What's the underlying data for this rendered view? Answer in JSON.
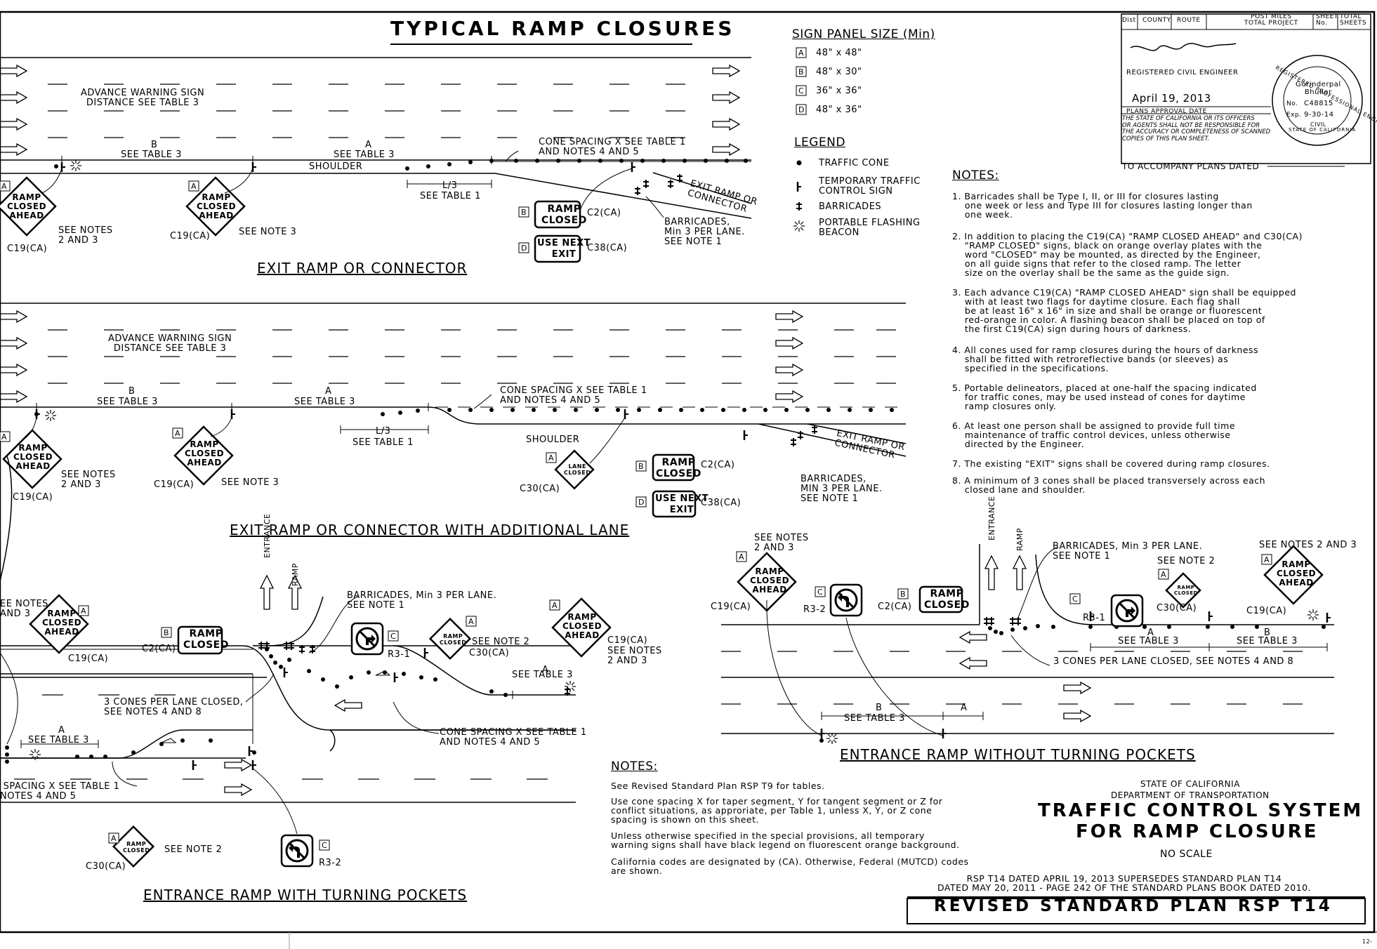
{
  "main_title": "TYPICAL RAMP CLOSURES",
  "sign_panel": {
    "title": "SIGN PANEL SIZE (Min)",
    "rows": [
      {
        "code": "A",
        "size": "48\" x 48\""
      },
      {
        "code": "B",
        "size": "48\" x 30\""
      },
      {
        "code": "C",
        "size": "36\" x 36\""
      },
      {
        "code": "D",
        "size": "48\" x 36\""
      }
    ]
  },
  "legend": {
    "title": "LEGEND",
    "items": [
      {
        "icon": "traffic-cone",
        "label": "TRAFFIC CONE"
      },
      {
        "icon": "temporary-sign",
        "label": "TEMPORARY TRAFFIC\nCONTROL SIGN"
      },
      {
        "icon": "barricade",
        "label": "BARRICADES"
      },
      {
        "icon": "flashing-beacon",
        "label": "PORTABLE FLASHING\nBEACON"
      }
    ]
  },
  "title_block": {
    "headers": [
      "Dist",
      "COUNTY",
      "ROUTE",
      "POST MILES\nTOTAL PROJECT",
      "SHEET\nNo.",
      "TOTAL\nSHEETS"
    ],
    "engineer_label": "REGISTERED CIVIL ENGINEER",
    "date": "April 19, 2013",
    "approval_label": "PLANS APPROVAL DATE",
    "disclaimer": "THE STATE OF CALIFORNIA OR ITS OFFICERS\nOR AGENTS SHALL NOT BE RESPONSIBLE FOR\nTHE ACCURACY OR COMPLETENESS OF SCANNED\nCOPIES OF THIS PLAN SHEET.",
    "seal": {
      "ring_top": "REGISTERED PROFESSIONAL ENGINEER",
      "ring_bottom": "STATE OF CALIFORNIA",
      "name": "Gurinderpal\nBhullar",
      "number": "C48815",
      "expiry": "9-30-14",
      "type": "CIVIL",
      "no_prefix": "No.",
      "exp_prefix": "Exp."
    },
    "accompany": "TO ACCOMPANY PLANS DATED"
  },
  "notes": {
    "title": "NOTES:",
    "items": [
      "1. Barricades shall be Type I, II, or III for closures lasting\n    one week or less and Type III for closures lasting longer than\n    one week.",
      "2. In addition to placing the C19(CA) \"RAMP CLOSED AHEAD\" and C30(CA)\n    \"RAMP CLOSED\" signs, black on orange overlay plates with the\n    word \"CLOSED\" may be mounted, as directed by the Engineer,\n    on all guide signs that refer to the closed ramp. The letter\n    size on the overlay shall be the same as the guide sign.",
      "3. Each advance C19(CA) \"RAMP CLOSED AHEAD\" sign shall be equipped\n    with at least two flags for daytime closure. Each flag shall\n    be at least 16\" x 16\" in size and shall be orange or fluorescent\n    red-orange in color. A flashing beacon shall be placed on top of\n    the first C19(CA) sign during hours of darkness.",
      "4. All cones used for ramp closures during the hours of darkness\n    shall be fitted with retroreflective bands (or sleeves) as\n    specified in the specifications.",
      "5. Portable delineators, placed at one-half the spacing indicated\n    for traffic cones, may be used instead of cones for daytime\n    ramp closures only.",
      "6. At least one person shall be assigned to provide full time\n    maintenance of traffic control devices, unless otherwise\n    directed by the Engineer.",
      "7. The existing \"EXIT\" signs shall be covered during ramp closures.",
      "8. A minimum of 3 cones shall be placed transversely across each\n    closed lane and shoulder."
    ]
  },
  "general_notes": {
    "title": "NOTES:",
    "items": [
      "See Revised Standard Plan RSP T9 for tables.",
      "Use cone spacing X for taper segment, Y for tangent segment or Z for\nconflict situations, as approriate, per Table 1, unless X, Y, or Z cone\nspacing is shown on this sheet.",
      "Unless otherwise specified in the special provisions, all temporary\nwarning signs shall have black legend on fluorescent orange background.",
      "California codes are designated by (CA). Otherwise, Federal (MUTCD) codes\nare shown."
    ]
  },
  "agency": {
    "state": "STATE OF CALIFORNIA",
    "dept": "DEPARTMENT OF TRANSPORTATION",
    "title_line1": "TRAFFIC CONTROL SYSTEM",
    "title_line2": "FOR RAMP CLOSURE",
    "scale": "NO SCALE",
    "supersedes": "RSP T14 DATED APRIL 19, 2013 SUPERSEDES STANDARD PLAN T14\nDATED MAY 20, 2011 - PAGE 242 OF THE STANDARD PLANS BOOK DATED 2010.",
    "plan_id": "REVISED STANDARD PLAN RSP T14"
  },
  "diagrams": {
    "exit": {
      "title": "EXIT RAMP OR CONNECTOR",
      "advance": "ADVANCE WARNING SIGN\nDISTANCE SEE TABLE 3",
      "b_label": "B",
      "see_table3": "SEE TABLE 3",
      "a_label": "A",
      "shoulder": "SHOULDER",
      "cone_spacing": "CONE SPACING X SEE TABLE 1\nAND NOTES 4 AND 5",
      "l3": "L/3",
      "see_table1": "SEE TABLE 1",
      "exit_ramp": "EXIT RAMP OR\nCONNECTOR",
      "barricades": "BARRICADES,\nMin 3 PER LANE.\nSEE NOTE 1",
      "see_notes_23": "SEE NOTES\n2 AND 3",
      "see_note_3": "SEE NOTE 3",
      "c19": "C19(CA)",
      "c2": "C2(CA)",
      "c38": "C38(CA)"
    },
    "exit_add": {
      "title": "EXIT RAMP OR CONNECTOR WITH ADDITIONAL LANE",
      "c30": "C30(CA)",
      "barricades": "BARRICADES,\nMIN 3 PER LANE.\nSEE NOTE 1"
    },
    "entr_pockets": {
      "title": "ENTRANCE RAMP WITH TURNING POCKETS",
      "see_notes": "EE NOTES\nAND 3",
      "entrance": "ENTRANCE",
      "ramp": "RAMP",
      "barricades": "BARRICADES, Min 3 PER LANE.\nSEE NOTE 1",
      "see_note_2": "SEE NOTE 2",
      "see_notes_23": "SEE NOTES\n2 AND 3",
      "cones_closed": "3 CONES PER LANE CLOSED,\nSEE NOTES 4 AND 8",
      "cone_spacing": "CONE SPACING X SEE TABLE 1\nAND NOTES 4 AND 5",
      "cone_spacing_left": " SPACING X SEE TABLE 1\nNOTES 4 AND 5",
      "r31": "R3-1",
      "r32": "R3-2"
    },
    "entr_no_pockets": {
      "title": "ENTRANCE RAMP WITHOUT TURNING POCKETS",
      "see_notes_23": "SEE NOTES\n2 AND 3",
      "see_notes_23b": "SEE NOTES 2 AND 3",
      "barricades": "BARRICADES, Min 3 PER LANE.\nSEE NOTE 1",
      "see_note_2": "SEE NOTE 2",
      "cones_closed": "3 CONES PER LANE CLOSED, SEE NOTES 4 AND 8"
    }
  },
  "signs": {
    "ramp_closed_ahead": "RAMP\nCLOSED\nAHEAD",
    "ramp_closed": "RAMP\nCLOSED",
    "use_next_exit": "USE NEXT\nEXIT",
    "lane_closed": "LANE\nCLOSED"
  },
  "footer_code": "12-"
}
